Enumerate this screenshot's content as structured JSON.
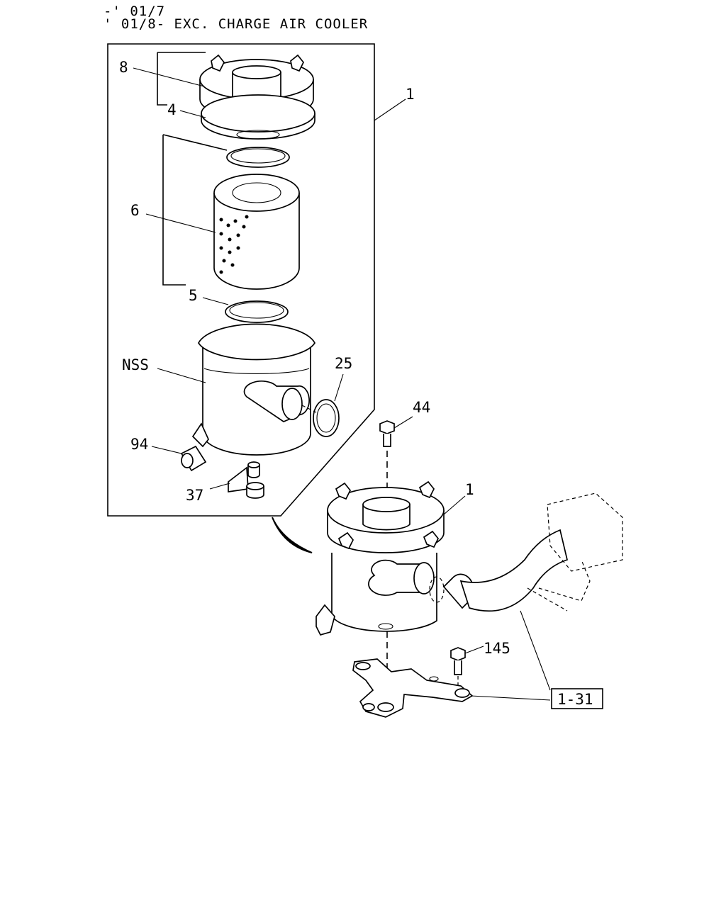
{
  "header": {
    "line1": "-' 01/7",
    "line2": "' 01/8-  EXC. CHARGE AIR COOLER"
  },
  "callouts": {
    "item_8": "8",
    "item_4": "4",
    "item_1_group": "1",
    "item_6": "6",
    "item_5": "5",
    "item_nss": "NSS",
    "item_25": "25",
    "item_94": "94",
    "item_37": "37",
    "item_44": "44",
    "item_1_assembly": "1",
    "item_145": "145",
    "ref_box": "1-31"
  },
  "icons": [
    "clamp-icon",
    "bolt-icon",
    "hose-icon",
    "bracket-icon"
  ]
}
